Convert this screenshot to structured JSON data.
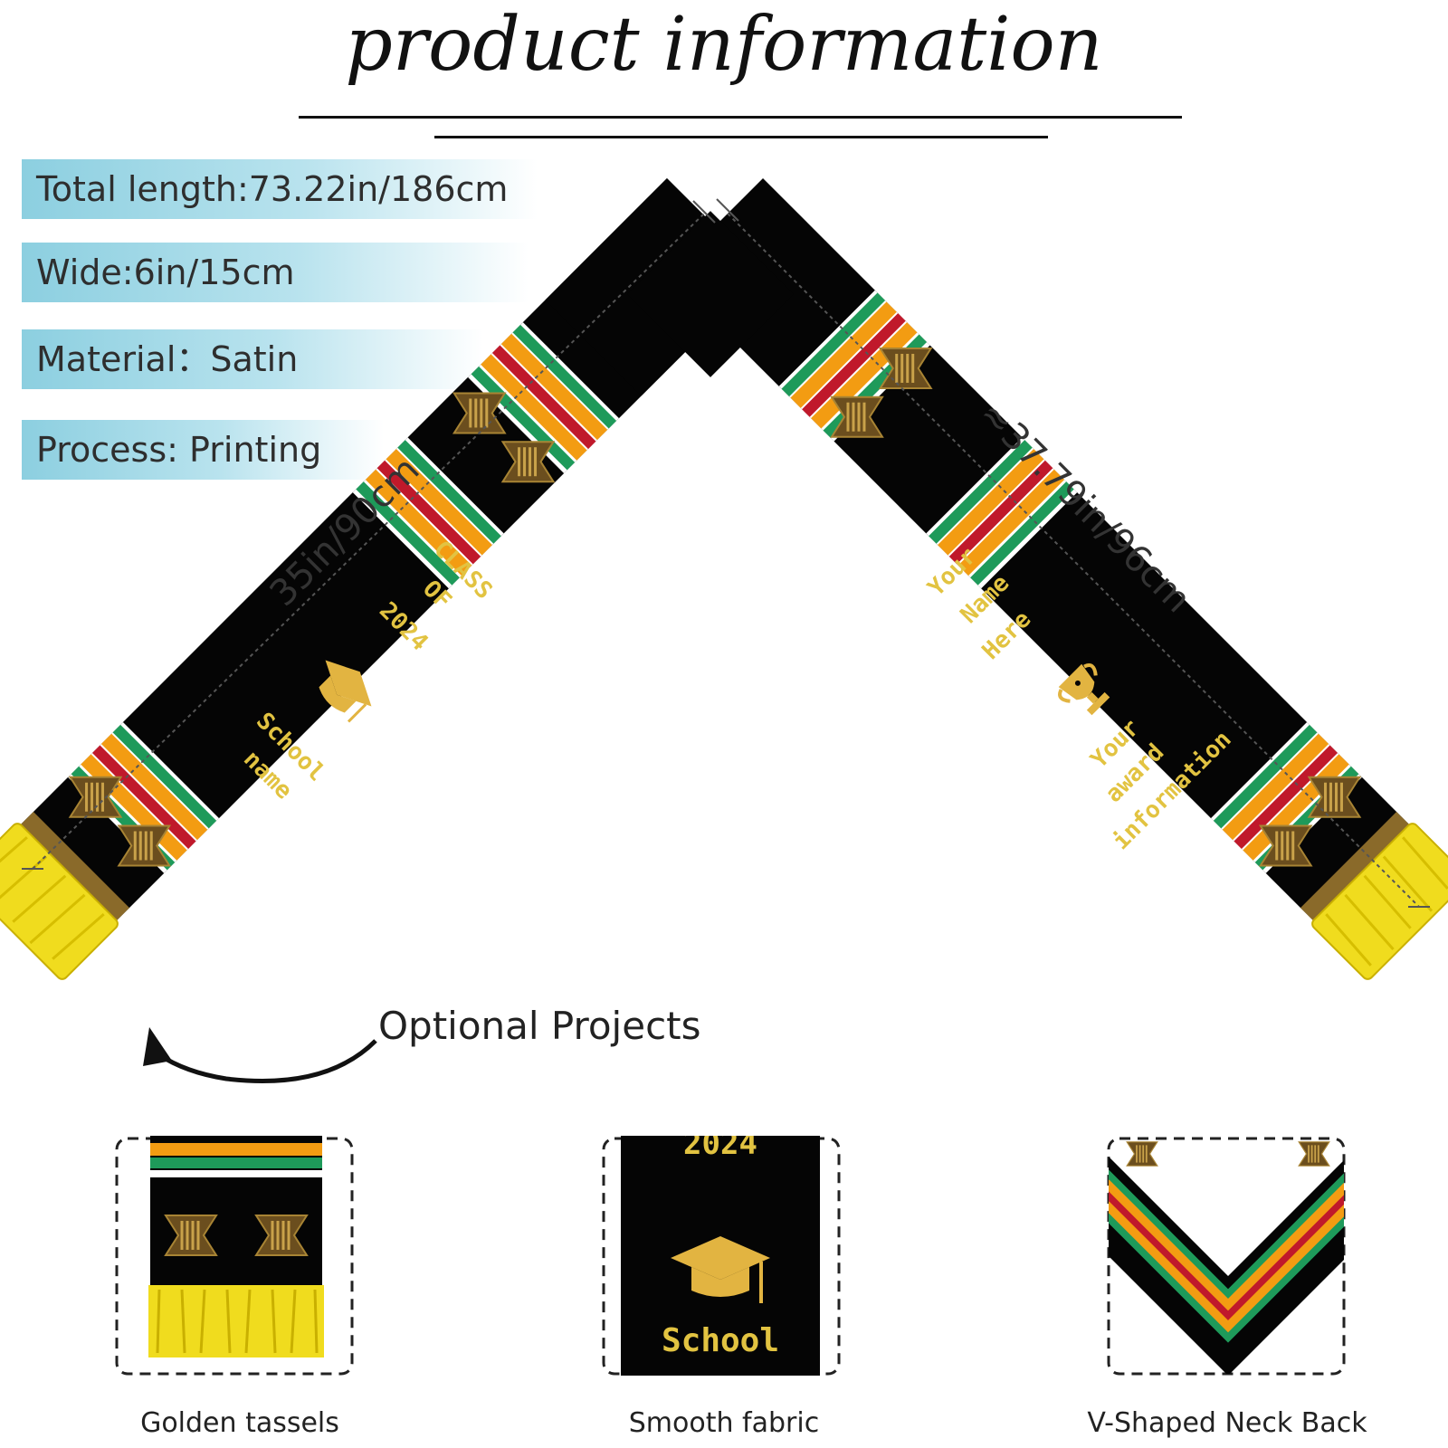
{
  "header": {
    "title": "product information"
  },
  "specs": [
    {
      "label": "Total length:73.22in/186cm"
    },
    {
      "label": "Wide:6in/15cm"
    },
    {
      "label": "Material：Satin"
    },
    {
      "label": "Process: Printing"
    }
  ],
  "measurements": {
    "left_side": "35in/90cm",
    "right_side": "≈37.79in/96cm"
  },
  "stole": {
    "left_text": {
      "line1": "CLASS",
      "line2": "OF",
      "line3": "2024",
      "line4": "School",
      "line5": "name"
    },
    "right_text": {
      "line1": "Your",
      "line2": "Name",
      "line3": "Here",
      "line4": "Your",
      "line5": "award",
      "line6": "information"
    },
    "colors": {
      "black": "#050505",
      "green": "#1e9a5a",
      "orange": "#f39c12",
      "red": "#c0192b",
      "gold_text": "#e2c341",
      "tassel": "#f0dc1e"
    }
  },
  "callout": {
    "label": "Optional Projects"
  },
  "features": [
    {
      "caption": "Golden tassels",
      "icon": "tassel-detail"
    },
    {
      "caption": "Smooth fabric",
      "icon": "fabric-detail",
      "text_top": "2024",
      "text_bottom": "School"
    },
    {
      "caption": "V-Shaped Neck Back",
      "icon": "neck-detail"
    }
  ]
}
